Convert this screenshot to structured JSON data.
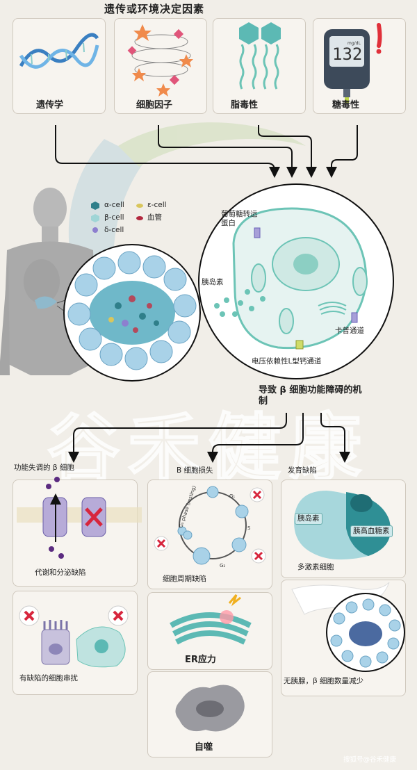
{
  "top_title": "遗传或环境决定因素",
  "factors": [
    {
      "label": "遗传学"
    },
    {
      "label": "细胞因子"
    },
    {
      "label": "脂毒性"
    },
    {
      "label": "糖毒性"
    }
  ],
  "glucometer": {
    "reading": "132",
    "unit": "mg/dL"
  },
  "legend": {
    "alpha": "α-cell",
    "beta": "β-cell",
    "delta": "δ-cell",
    "epsilon": "ε-cell",
    "vessel": "血管"
  },
  "cell_labels": {
    "glut": "葡萄糖转运\n蛋白",
    "insulin": "胰岛素",
    "katp": "卡普通道",
    "calcium": "电压依赖性L型钙通道"
  },
  "mechanism_title": "导致 β 细胞功能障碍的机\n制",
  "categories": {
    "dysfunction": "功能失调的 β 细胞",
    "loss": "B 细胞损失",
    "development": "发育缺陷"
  },
  "panels": {
    "metabolic": "代谢和分泌缺陷",
    "crosstalk": "有缺陷的细胞串扰",
    "cycle": "细胞周期缺陷",
    "er": "ER应力",
    "autophagy": "自噬",
    "polyhormonal": "多激素细胞",
    "pancreas": "无胰腺，β 细胞数量减少"
  },
  "cycle_phases": {
    "g0": "G₀ phase (resting)",
    "g1": "G₁",
    "s": "S",
    "g2": "G₂"
  },
  "polyhormonal_labels": {
    "insulin": "胰岛素",
    "glucagon": "胰高血糖素"
  },
  "watermark": "谷禾健康",
  "footer": "搜狐号@谷禾健康"
}
